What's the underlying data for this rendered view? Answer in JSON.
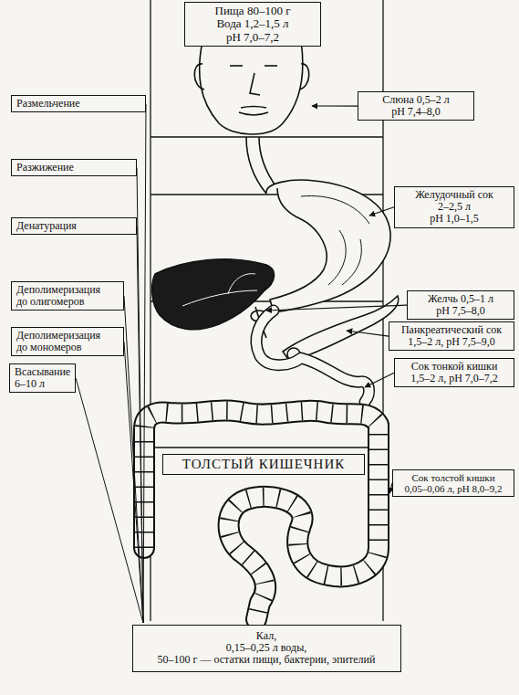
{
  "diagram": {
    "nodes": [
      {
        "text": [
          "Пища 80–100 г",
          "Вода 1,2–1,5 л",
          "pH 7,0–7,2"
        ]
      },
      {
        "text": [
          "Размельчение"
        ]
      },
      {
        "text": [
          "Слюна 0,5–2 л",
          "pH 7,4–8,0"
        ]
      },
      {
        "text": [
          "Разжижение"
        ]
      },
      {
        "text": [
          "Желудочный сок",
          "2–2,5 л",
          "pH 1,0–1,5"
        ]
      },
      {
        "text": [
          "Денатурация"
        ]
      },
      {
        "text": [
          "Деполимеризация",
          "до олигомеров"
        ]
      },
      {
        "text": [
          "Желчь 0,5–1 л",
          "pH 7,5–8,0"
        ]
      },
      {
        "text": [
          "Панкреатический сок",
          "1,5–2 л, pH 7,5–9,0"
        ]
      },
      {
        "text": [
          "Деполимеризация",
          "до мономеров"
        ]
      },
      {
        "text": [
          "Всасывание",
          "6–10 л"
        ]
      },
      {
        "text": [
          "Сок тонкой кишки",
          "1,5–2 л, pH 7,0–7,2"
        ]
      },
      {
        "text": [
          "ТОЛСТЫЙ КИШЕЧНИК"
        ]
      },
      {
        "text": [
          "Сок толстой кишки",
          "0,05–0,06 л, pH 8,0–9,2"
        ]
      },
      {
        "text": [
          "Кал,",
          "0,15–0,25 л воды,",
          "50–100 г — остатки пищи, бактерии, эпителий"
        ]
      }
    ]
  }
}
